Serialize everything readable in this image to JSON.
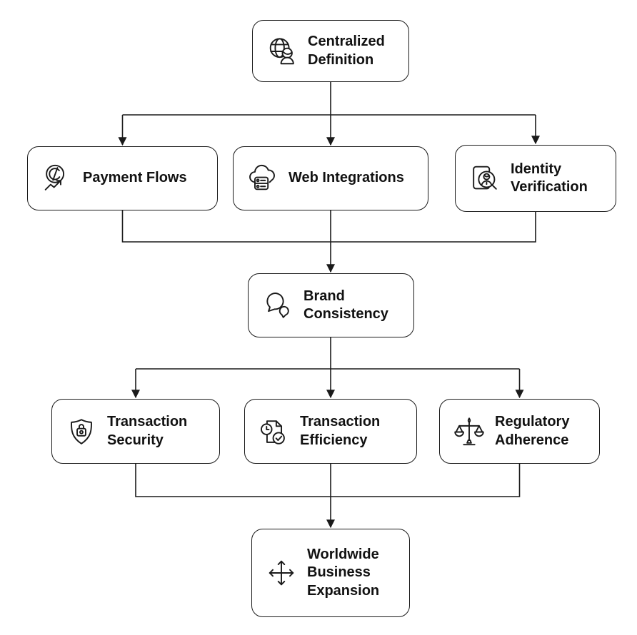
{
  "diagram": {
    "type": "flowchart",
    "colors": {
      "stroke": "#1a1a1a",
      "box_fill": "#ffffff",
      "text": "#111111",
      "background": "#ffffff"
    },
    "nodes": [
      {
        "id": "centralized-definition",
        "label": "Centralized Definition",
        "icon": "globe-user-icon"
      },
      {
        "id": "payment-flows",
        "label": "Payment Flows",
        "icon": "coin-trend-icon"
      },
      {
        "id": "web-integrations",
        "label": "Web Integrations",
        "icon": "cloud-server-icon"
      },
      {
        "id": "identity-verification",
        "label": "Identity Verification",
        "icon": "id-card-search-icon"
      },
      {
        "id": "brand-consistency",
        "label": "Brand Consistency",
        "icon": "chat-bubbles-icon"
      },
      {
        "id": "transaction-security",
        "label": "Transaction Security",
        "icon": "shield-lock-icon"
      },
      {
        "id": "transaction-efficiency",
        "label": "Transaction Efficiency",
        "icon": "document-clock-check-icon"
      },
      {
        "id": "regulatory-adherence",
        "label": "Regulatory Adherence",
        "icon": "balance-scale-icon"
      },
      {
        "id": "worldwide-business-expansion",
        "label": "Worldwide Business Expansion",
        "icon": "move-arrows-icon"
      }
    ],
    "edges": [
      {
        "from": "centralized-definition",
        "to": "payment-flows"
      },
      {
        "from": "centralized-definition",
        "to": "web-integrations"
      },
      {
        "from": "centralized-definition",
        "to": "identity-verification"
      },
      {
        "from": "payment-flows",
        "to": "brand-consistency"
      },
      {
        "from": "web-integrations",
        "to": "brand-consistency"
      },
      {
        "from": "identity-verification",
        "to": "brand-consistency"
      },
      {
        "from": "brand-consistency",
        "to": "transaction-security"
      },
      {
        "from": "brand-consistency",
        "to": "transaction-efficiency"
      },
      {
        "from": "brand-consistency",
        "to": "regulatory-adherence"
      },
      {
        "from": "transaction-security",
        "to": "worldwide-business-expansion"
      },
      {
        "from": "transaction-efficiency",
        "to": "worldwide-business-expansion"
      },
      {
        "from": "regulatory-adherence",
        "to": "worldwide-business-expansion"
      }
    ]
  }
}
